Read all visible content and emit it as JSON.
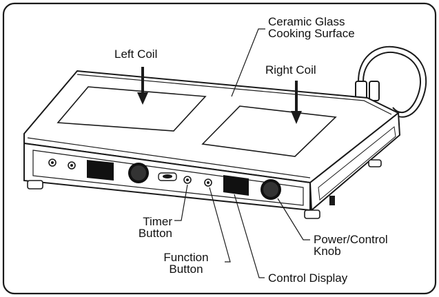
{
  "labels": {
    "ceramic_glass": [
      "Ceramic Glass",
      "Cooking Surface"
    ],
    "left_coil": "Left Coil",
    "right_coil": "Right Coil",
    "timer_button": [
      "Timer",
      "Button"
    ],
    "function_button": [
      "Function",
      "Button"
    ],
    "power_knob": [
      "Power/Control",
      "Knob"
    ],
    "control_display": "Control Display"
  },
  "colors": {
    "line": "#1a1a1a",
    "body_fill": "#ffffff",
    "shade": "#d9d9d9",
    "display": "#111111"
  }
}
